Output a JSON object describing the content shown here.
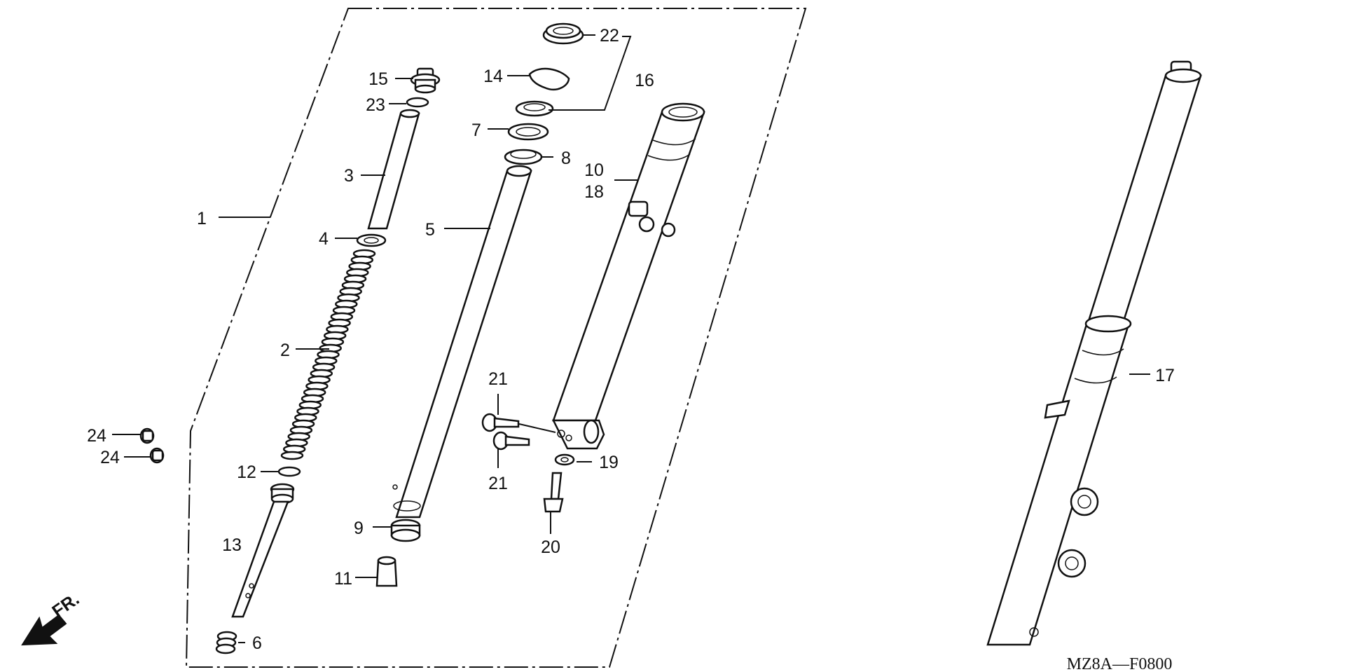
{
  "diagram": {
    "code": "MZ8A—F0800",
    "direction_label": "FR.",
    "callouts": [
      {
        "id": "c1",
        "label": "1"
      },
      {
        "id": "c2",
        "label": "2"
      },
      {
        "id": "c3",
        "label": "3"
      },
      {
        "id": "c4",
        "label": "4"
      },
      {
        "id": "c5",
        "label": "5"
      },
      {
        "id": "c6",
        "label": "6"
      },
      {
        "id": "c7",
        "label": "7"
      },
      {
        "id": "c8",
        "label": "8"
      },
      {
        "id": "c9",
        "label": "9"
      },
      {
        "id": "c10",
        "label": "10"
      },
      {
        "id": "c18",
        "label": "18"
      },
      {
        "id": "c11",
        "label": "11"
      },
      {
        "id": "c12",
        "label": "12"
      },
      {
        "id": "c13",
        "label": "13"
      },
      {
        "id": "c14",
        "label": "14"
      },
      {
        "id": "c15",
        "label": "15"
      },
      {
        "id": "c16",
        "label": "16"
      },
      {
        "id": "c17",
        "label": "17"
      },
      {
        "id": "c19",
        "label": "19"
      },
      {
        "id": "c20",
        "label": "20"
      },
      {
        "id": "c21a",
        "label": "21"
      },
      {
        "id": "c21b",
        "label": "21"
      },
      {
        "id": "c22",
        "label": "22"
      },
      {
        "id": "c23",
        "label": "23"
      },
      {
        "id": "c24a",
        "label": "24"
      },
      {
        "id": "c24b",
        "label": "24"
      }
    ]
  }
}
